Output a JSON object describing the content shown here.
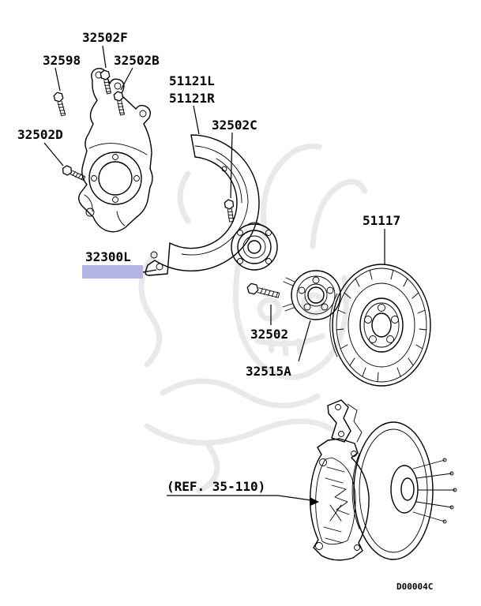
{
  "diagram": {
    "type": "parts-diagram",
    "doc_code": "D00004C",
    "ref_note": "(REF. 35-110)",
    "highlight_color": "#b4b4e4",
    "highlighted_part": "32300L",
    "labels": {
      "p32502F": "32502F",
      "p32598": "32598",
      "p32502B": "32502B",
      "p51121L": "51121L",
      "p51121R": "51121R",
      "p32502C": "32502C",
      "p32502D": "32502D",
      "p32300L": "32300L",
      "p51117": "51117",
      "p32502": "32502",
      "p32515A": "32515A"
    }
  }
}
